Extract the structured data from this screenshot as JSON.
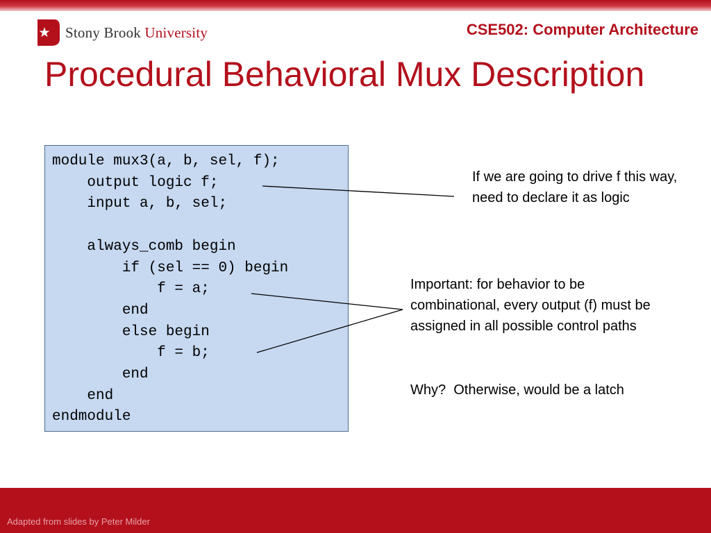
{
  "header": {
    "logo_text_brand": "Stony Brook",
    "logo_text_uni": "University",
    "course": "CSE502: Computer Architecture"
  },
  "slide": {
    "title": "Procedural Behavioral Mux Description",
    "code": "module mux3(a, b, sel, f);\n    output logic f;\n    input a, b, sel;\n\n    always_comb begin\n        if (sel == 0) begin\n            f = a;\n        end\n        else begin\n            f = b;\n        end\n    end\nendmodule",
    "note_logic": "If we are going to drive f this way, need to declare it as logic",
    "note_comb": "Important: for behavior to be combinational, every output (f) must be assigned in all possible control paths",
    "note_latch": "Why?  Otherwise, would be a latch"
  },
  "footer": {
    "credit": "Adapted from slides by Peter Milder"
  },
  "colors": {
    "accent": "#b3101c",
    "code_bg": "#c6d9f1"
  }
}
